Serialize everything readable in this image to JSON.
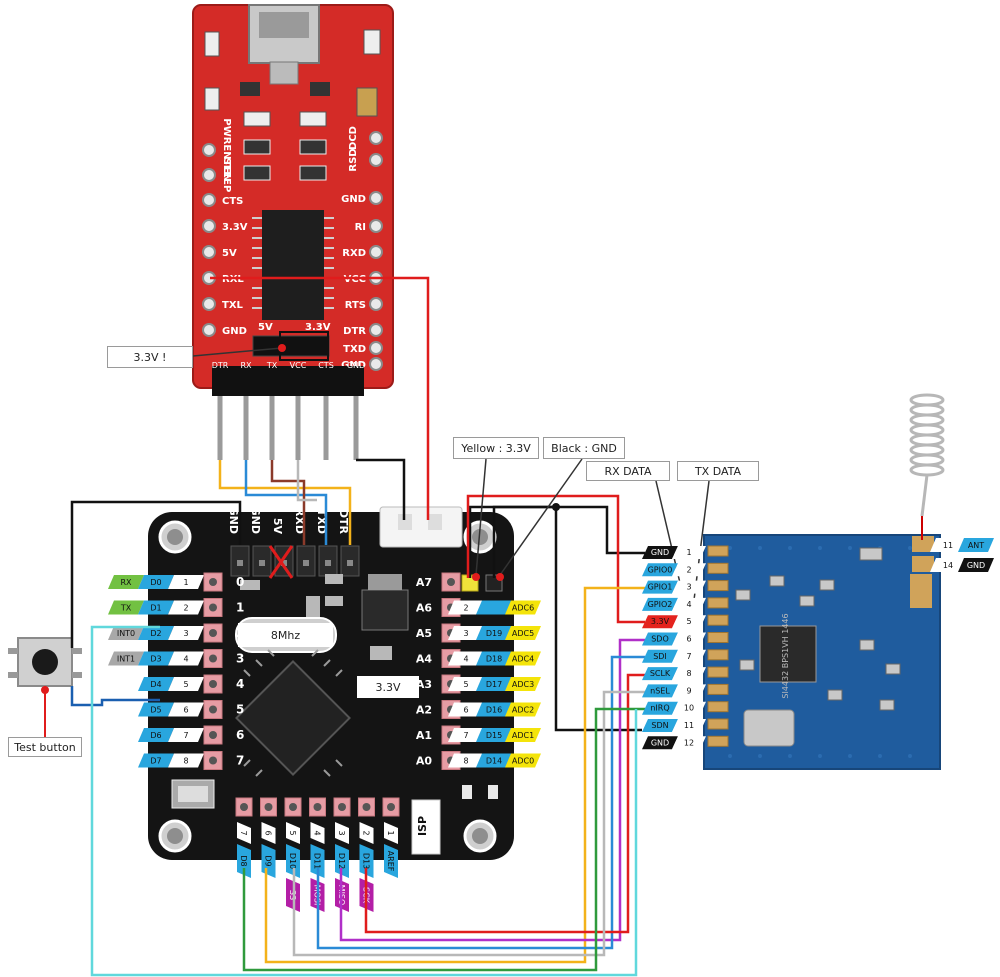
{
  "colors": {
    "ftdi_board": "#d42b27",
    "arduino_board": "#141414",
    "radio_board": "#1f5c9e",
    "wire_red": "#e01c1c",
    "wire_black": "#111111",
    "wire_yellow": "#f3b21a",
    "wire_blue": "#2a8ad6",
    "wire_brown": "#8b3a2a",
    "wire_green": "#2f9a3c",
    "wire_purple": "#b02fc8",
    "wire_cyan": "#60d8dc",
    "wire_gray": "#b8b8b8",
    "tag_blue": "#29a6de",
    "tag_green": "#72c142",
    "tag_gray": "#a8a8a8",
    "tag_yellow": "#f4e40a",
    "tag_purple": "#b31ea6",
    "tag_black": "#111111",
    "tag_red": "#e4231e"
  },
  "labels": {
    "test_button": "Test button",
    "ftdi_voltage": "3.3V !",
    "crystal": "8Mhz",
    "regulator": "3.3V",
    "yellow_wire": "Yellow : 3.3V",
    "black_wire": "Black : GND",
    "rx_data": "RX DATA",
    "tx_data": "TX DATA"
  },
  "ftdi": {
    "left_pins": [
      "PWRENTEN",
      "SLEEP",
      "CTS",
      "3.3V",
      "5V",
      "RXL",
      "TXL",
      "GND"
    ],
    "right_pins": [
      "DCD",
      "RSD",
      "GND",
      "RI",
      "RXD",
      "VCC",
      "RTS",
      "DTR",
      "TXD",
      "GND"
    ],
    "jumper": [
      "5V",
      "3.3V"
    ],
    "header": [
      "DTR",
      "RX",
      "TX",
      "VCC",
      "CTS",
      "GND"
    ]
  },
  "arduino": {
    "top_header": [
      "GND",
      "GND",
      "5V",
      "RXD",
      "TXD",
      "DTR"
    ],
    "left_pins": [
      {
        "func": "RX",
        "pin": "D0",
        "num": "1"
      },
      {
        "func": "TX",
        "pin": "D1",
        "num": "2"
      },
      {
        "func": "INT0",
        "pin": "D2",
        "num": "3"
      },
      {
        "func": "INT1",
        "pin": "D3",
        "num": "4"
      },
      {
        "func": "",
        "pin": "D4",
        "num": "5"
      },
      {
        "func": "",
        "pin": "D5",
        "num": "6"
      },
      {
        "func": "",
        "pin": "D6",
        "num": "7"
      },
      {
        "func": "",
        "pin": "D7",
        "num": "8"
      }
    ],
    "right_pins": [
      {
        "num": "1",
        "pin": "",
        "func": ""
      },
      {
        "num": "2",
        "pin": "",
        "func": "ADC6"
      },
      {
        "num": "3",
        "pin": "D19",
        "func": "ADC5"
      },
      {
        "num": "4",
        "pin": "D18",
        "func": "ADC4"
      },
      {
        "num": "5",
        "pin": "D17",
        "func": "ADC3"
      },
      {
        "num": "6",
        "pin": "D16",
        "func": "ADC2"
      },
      {
        "num": "7",
        "pin": "D15",
        "func": "ADC1"
      },
      {
        "num": "8",
        "pin": "D14",
        "func": "ADC0"
      }
    ],
    "bottom_pins": [
      {
        "num": "7",
        "pin": "D8",
        "func": ""
      },
      {
        "num": "6",
        "pin": "D9",
        "func": ""
      },
      {
        "num": "5",
        "pin": "D10",
        "func": "SS"
      },
      {
        "num": "4",
        "pin": "D11",
        "func": "MOSI"
      },
      {
        "num": "3",
        "pin": "D12",
        "func": "MISO"
      },
      {
        "num": "2",
        "pin": "D13",
        "func": "SCK"
      },
      {
        "num": "1",
        "pin": "AREF",
        "func": ""
      }
    ],
    "isp_label": "ISP",
    "left_numbers": [
      "0",
      "1",
      "2",
      "3",
      "4",
      "5",
      "6",
      "7"
    ],
    "right_labels": [
      "A7",
      "A6",
      "A5",
      "A4",
      "A3",
      "A2",
      "A1",
      "A0"
    ]
  },
  "radio": {
    "left_pins": [
      {
        "name": "GND",
        "num": "1"
      },
      {
        "name": "GPIO0",
        "num": "2"
      },
      {
        "name": "GPIO1",
        "num": "3"
      },
      {
        "name": "GPIO2",
        "num": "4"
      },
      {
        "name": "3.3V",
        "num": "5"
      },
      {
        "name": "SDO",
        "num": "6"
      },
      {
        "name": "SDI",
        "num": "7"
      },
      {
        "name": "SCLK",
        "num": "8"
      },
      {
        "name": "nSEL",
        "num": "9"
      },
      {
        "name": "nIRQ",
        "num": "10"
      },
      {
        "name": "SDN",
        "num": "11"
      },
      {
        "name": "GND",
        "num": "12"
      }
    ],
    "right_pins": [
      {
        "num": "11",
        "name": "ANT"
      },
      {
        "num": "14",
        "name": "GND"
      }
    ],
    "chip_text": "SI4432 BPS1VH 1446"
  }
}
